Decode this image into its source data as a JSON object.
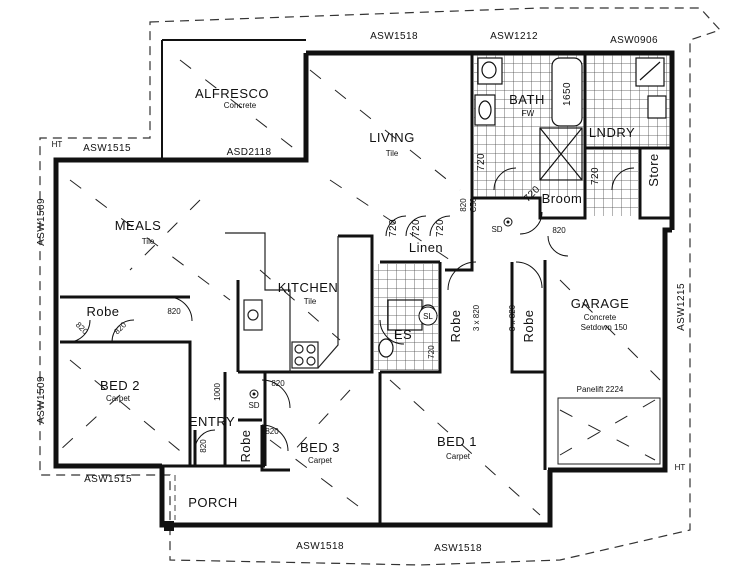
{
  "rooms": {
    "alfresco": {
      "name": "ALFRESCO",
      "finish": "Concrete"
    },
    "living": {
      "name": "LIVING",
      "finish": "Tile"
    },
    "bath": {
      "name": "BATH"
    },
    "laundry": {
      "name": "LNDRY"
    },
    "store": {
      "name": "Store"
    },
    "broom": {
      "name": "Broom"
    },
    "meals": {
      "name": "MEALS",
      "finish": "Tile"
    },
    "linen": {
      "name": "Linen"
    },
    "kitchen": {
      "name": "KITCHEN",
      "finish": "Tile"
    },
    "garage": {
      "name": "GARAGE",
      "finish": "Concrete",
      "note": "Setdown 150"
    },
    "robe_bed2": {
      "name": "Robe"
    },
    "bed2": {
      "name": "BED 2",
      "finish": "Carpet"
    },
    "ensuite": {
      "name": "ES"
    },
    "robe_bed1a": {
      "name": "Robe"
    },
    "robe_bed1b": {
      "name": "Robe"
    },
    "bed3": {
      "name": "BED 3",
      "finish": "Carpet"
    },
    "robe_bed3": {
      "name": "Robe"
    },
    "entry": {
      "name": "ENTRY"
    },
    "bed1": {
      "name": "BED 1",
      "finish": "Carpet"
    },
    "porch": {
      "name": "PORCH"
    }
  },
  "windows": {
    "asw1518_top": "ASW1518",
    "asw1212": "ASW1212",
    "asw0906": "ASW0906",
    "asw1515_top": "ASW1515",
    "asd2118": "ASD2118",
    "asw1509_upper": "ASW1509",
    "asw1509_lower": "ASW1509",
    "asw1215": "ASW1215",
    "asw1515_bottom": "ASW1515",
    "asw1518_bottom_left": "ASW1518",
    "asw1518_bottom_right": "ASW1518",
    "panelift": "Panelift 2224"
  },
  "doors": {
    "d720_bath": "720",
    "d720_lndry": "720",
    "d820_c50": "820",
    "c50": "C50",
    "d720_broom": "720",
    "d820_garage": "820",
    "d720_linen1": "720",
    "d720_linen2": "720",
    "d720_linen3": "720",
    "d820_robe_a": "820",
    "d820_robe_b": "820",
    "d820_bed2": "820",
    "robe_size_a": "3 x 820",
    "robe_size_b": "3 x 820",
    "d820_entry": "820",
    "d1000": "1000",
    "d820_bed3": "820",
    "d820_porch": "820",
    "d720_es": "720"
  },
  "fixtures": {
    "bath_size": "1650",
    "shower_waste": "FW",
    "smoke_1": "SD",
    "smoke_2": "SD",
    "skylight": "SL",
    "ht_top": "HT",
    "ht_bottom": "HT"
  },
  "corner_text": "HT",
  "top_edge_text": "HT"
}
